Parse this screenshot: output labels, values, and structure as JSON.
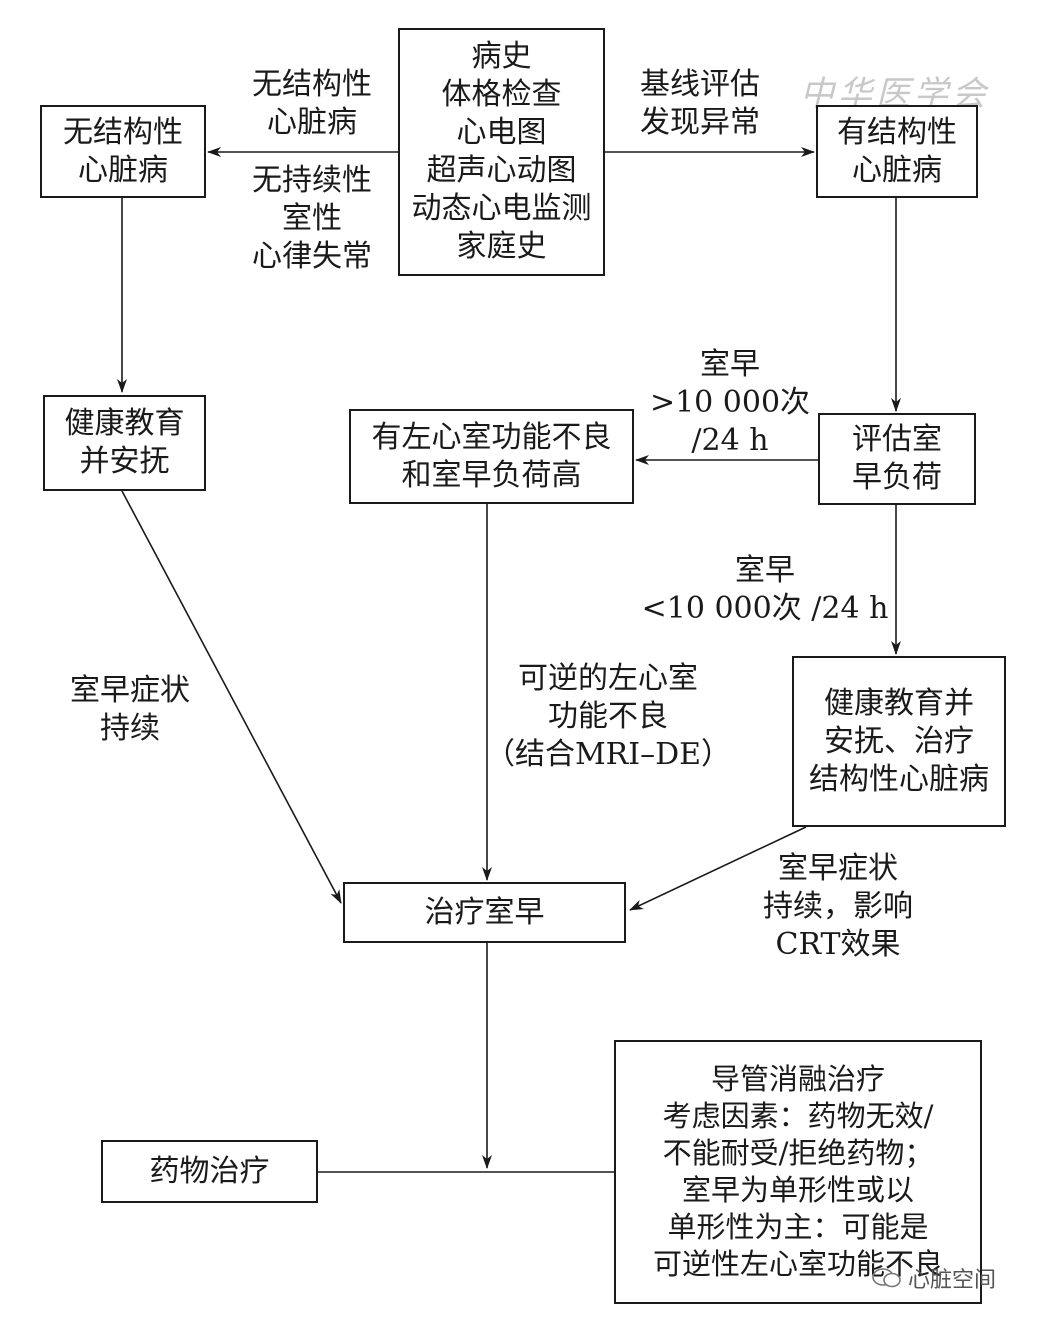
{
  "boxes": {
    "center": [
      "病史",
      "体格检查",
      "心电图",
      "超声心动图",
      "动态心电监测",
      "家庭史"
    ],
    "no_structural": [
      "无结构性",
      "心脏病"
    ],
    "structural": [
      "有结构性",
      "心脏病"
    ],
    "health_edu_left": [
      "健康教育",
      "并安抚"
    ],
    "lv_dysfunction": [
      "有左心室功能不良",
      "和室早负荷高"
    ],
    "assess_burden": [
      "评估室",
      "早负荷"
    ],
    "health_edu_right": [
      "健康教育并",
      "安抚、治疗",
      "结构性心脏病"
    ],
    "treat_pvc": [
      "治疗室早"
    ],
    "drug_therapy": [
      "药物治疗"
    ],
    "ablation": [
      "导管消融治疗",
      "考虑因素：药物无效/",
      "不能耐受/拒绝药物；",
      "室早为单形性或以",
      "单形性为主：可能是",
      "可逆性左心室功能不良"
    ]
  },
  "labels": {
    "no_structural_top": [
      "无结构性",
      "心脏病"
    ],
    "no_sustained_va": [
      "无持续性",
      "室性",
      "心律失常"
    ],
    "baseline_abnormal": [
      "基线评估",
      "发现异常"
    ],
    "pvc_high": [
      "室早",
      ">10 000次",
      "/24 h"
    ],
    "pvc_low": [
      "室早",
      "<10 000次 /24 h"
    ],
    "symptoms_persist_left": [
      "室早症状",
      "持续"
    ],
    "reversible_lv": [
      "可逆的左心室",
      "功能不良",
      "（结合MRI–DE）"
    ],
    "symptoms_crt": [
      "室早症状",
      "持续，影响",
      "CRT效果"
    ]
  },
  "watermark": "中华医学会",
  "brand": "心脏空间",
  "colors": {
    "line": "#1a1a1a",
    "watermark": "#c8c8c8"
  }
}
